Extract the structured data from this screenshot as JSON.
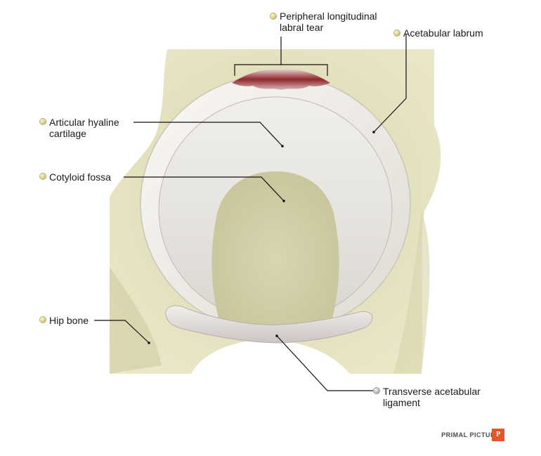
{
  "labels": {
    "peripheral_tear": [
      "Peripheral longitudinal",
      "labral tear"
    ],
    "acetabular_labrum": "Acetabular labrum",
    "articular_cartilage": [
      "Articular hyaline",
      "cartilage"
    ],
    "cotyloid_fossa": "Cotyloid fossa",
    "hip_bone": "Hip bone",
    "transverse_ligament": [
      "Transverse acetabular",
      "ligament"
    ]
  },
  "brand": {
    "name": "PRIMAL PICTURES",
    "logo_color": "#e1582a"
  },
  "colors": {
    "bone": "#e8e6c4",
    "bone_shadow": "#c9c59b",
    "cartilage": "#ece9e4",
    "labrum": "#f2efea",
    "tear": "#8b1c24",
    "ligament": "#e7e1df",
    "leader_line": "#111111"
  }
}
